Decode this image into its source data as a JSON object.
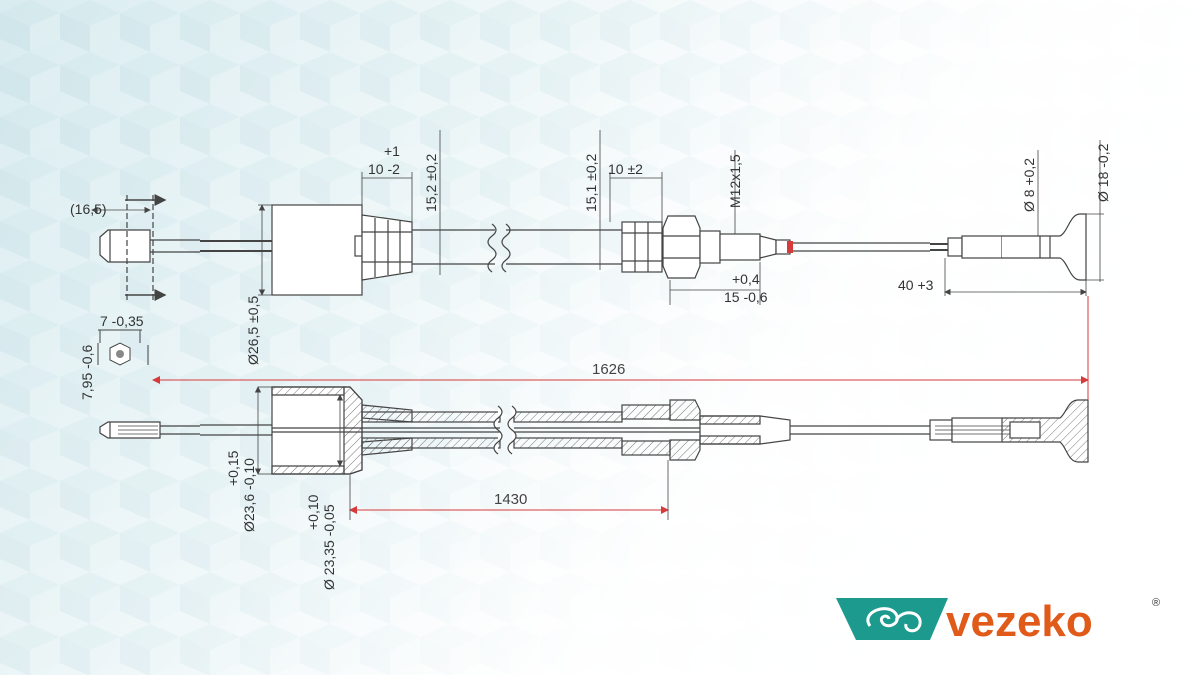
{
  "brand": {
    "name": "vezeko",
    "registered": "®",
    "colors": {
      "teal": "#1c9a8e",
      "orange": "#e05a1a"
    }
  },
  "colors": {
    "line": "#444444",
    "dimension_red": "#d63a3a",
    "hatch": "#777777"
  },
  "dimensions": {
    "end_length": "(16,5)",
    "hex_width": "7 -0,35",
    "hex_height": "7,95 -0,6",
    "cap_len_upper": "+1",
    "cap_len_lower": "10 -2",
    "cap_offset": "15,2 ±0,2",
    "cap_dia": "Ø26,5 ±0,5",
    "nut_offset": "15,1 ±0,2",
    "nut_len": "10 ±2",
    "thread": "M12x1,5",
    "thread_len_upper": "+0,4",
    "thread_len_lower": "15 -0,6",
    "end_fitting_dia": "Ø 8 +0,2",
    "end_head_dia": "Ø 18 -0,2",
    "end_fitting_len": "40 +3",
    "total_length": "1626",
    "sheath_length": "1430",
    "bore_tol_upper": "+0,15",
    "bore_tol_lower": "Ø23,6 -0,10",
    "sheath_tol_upper": "+0,10",
    "sheath_tol_lower": "Ø 23,35 -0,05"
  }
}
